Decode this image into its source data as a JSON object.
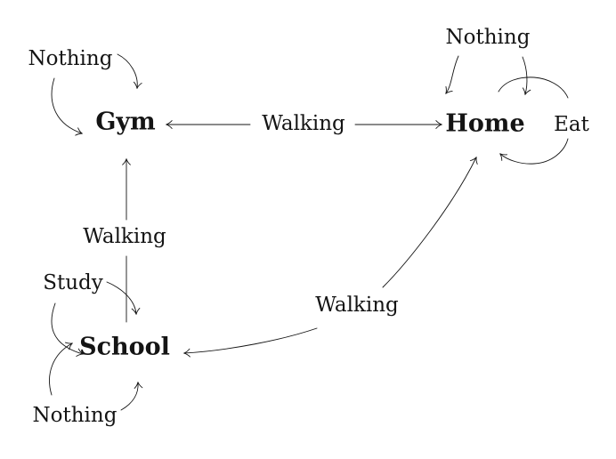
{
  "diagram": {
    "type": "state-transition-diagram",
    "colors": {
      "ink": "#141414",
      "background": "#ffffff"
    },
    "nodes": {
      "gym": {
        "label": "Gym"
      },
      "home": {
        "label": "Home"
      },
      "school": {
        "label": "School"
      }
    },
    "edge_labels": {
      "gym_self_nothing": "Nothing",
      "gym_home_walking": "Walking",
      "home_self_nothing": "Nothing",
      "home_self_eat": "Eat",
      "gym_school_walking": "Walking",
      "school_self_study": "Study",
      "school_home_walking": "Walking",
      "school_self_nothing": "Nothing"
    }
  }
}
